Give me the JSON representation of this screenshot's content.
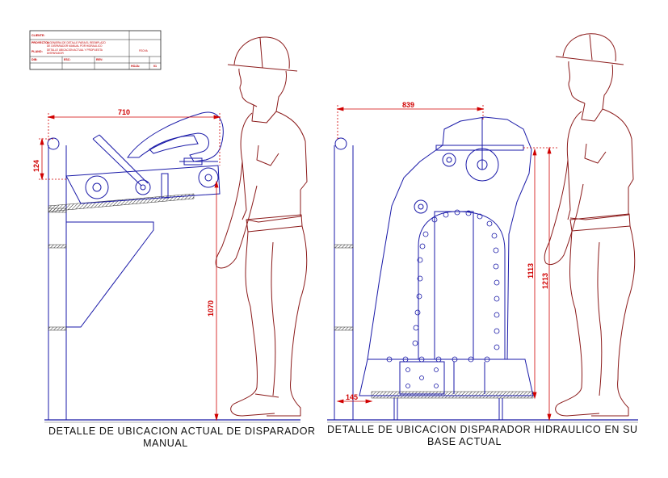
{
  "title_block": {
    "client_label": "CLIENTE:",
    "project_label": "PROYECTO:",
    "project_text_1": "INGENIERIA DE DETALLE PARA EL REEMPLAZO",
    "project_text_2": "DE DISPARADOR MANUAL POR HIDRAULICO",
    "plan_label": "PLANO:",
    "plan_text_1": "DETALLE UBICACION ACTUAL Y PROPUESTA",
    "plan_text_2": "DISPARADOR",
    "date_label": "FECHA",
    "scale_label": "ESC:",
    "drawn_label": "DIB:",
    "rev_label": "REV:",
    "sheet_label": "HOJA:",
    "sheet_value": "01"
  },
  "dimensions": {
    "left_width": "710",
    "left_height_small": "124",
    "left_height": "1070",
    "right_width": "839",
    "right_height_inner": "1113",
    "right_height_outer": "1213",
    "right_base_offset": "145"
  },
  "captions": {
    "left_line1": "DETALLE DE UBICACION ACTUAL DE DISPARADOR",
    "left_line2": "MANUAL",
    "right_line1": "DETALLE DE UBICACION DISPARADOR HIDRAULICO EN SU",
    "right_line2": "BASE ACTUAL"
  },
  "colors": {
    "structure": "#1a1aa8",
    "dimension": "#d00000",
    "person": "#8b1a1a",
    "hatch": "#444444"
  }
}
